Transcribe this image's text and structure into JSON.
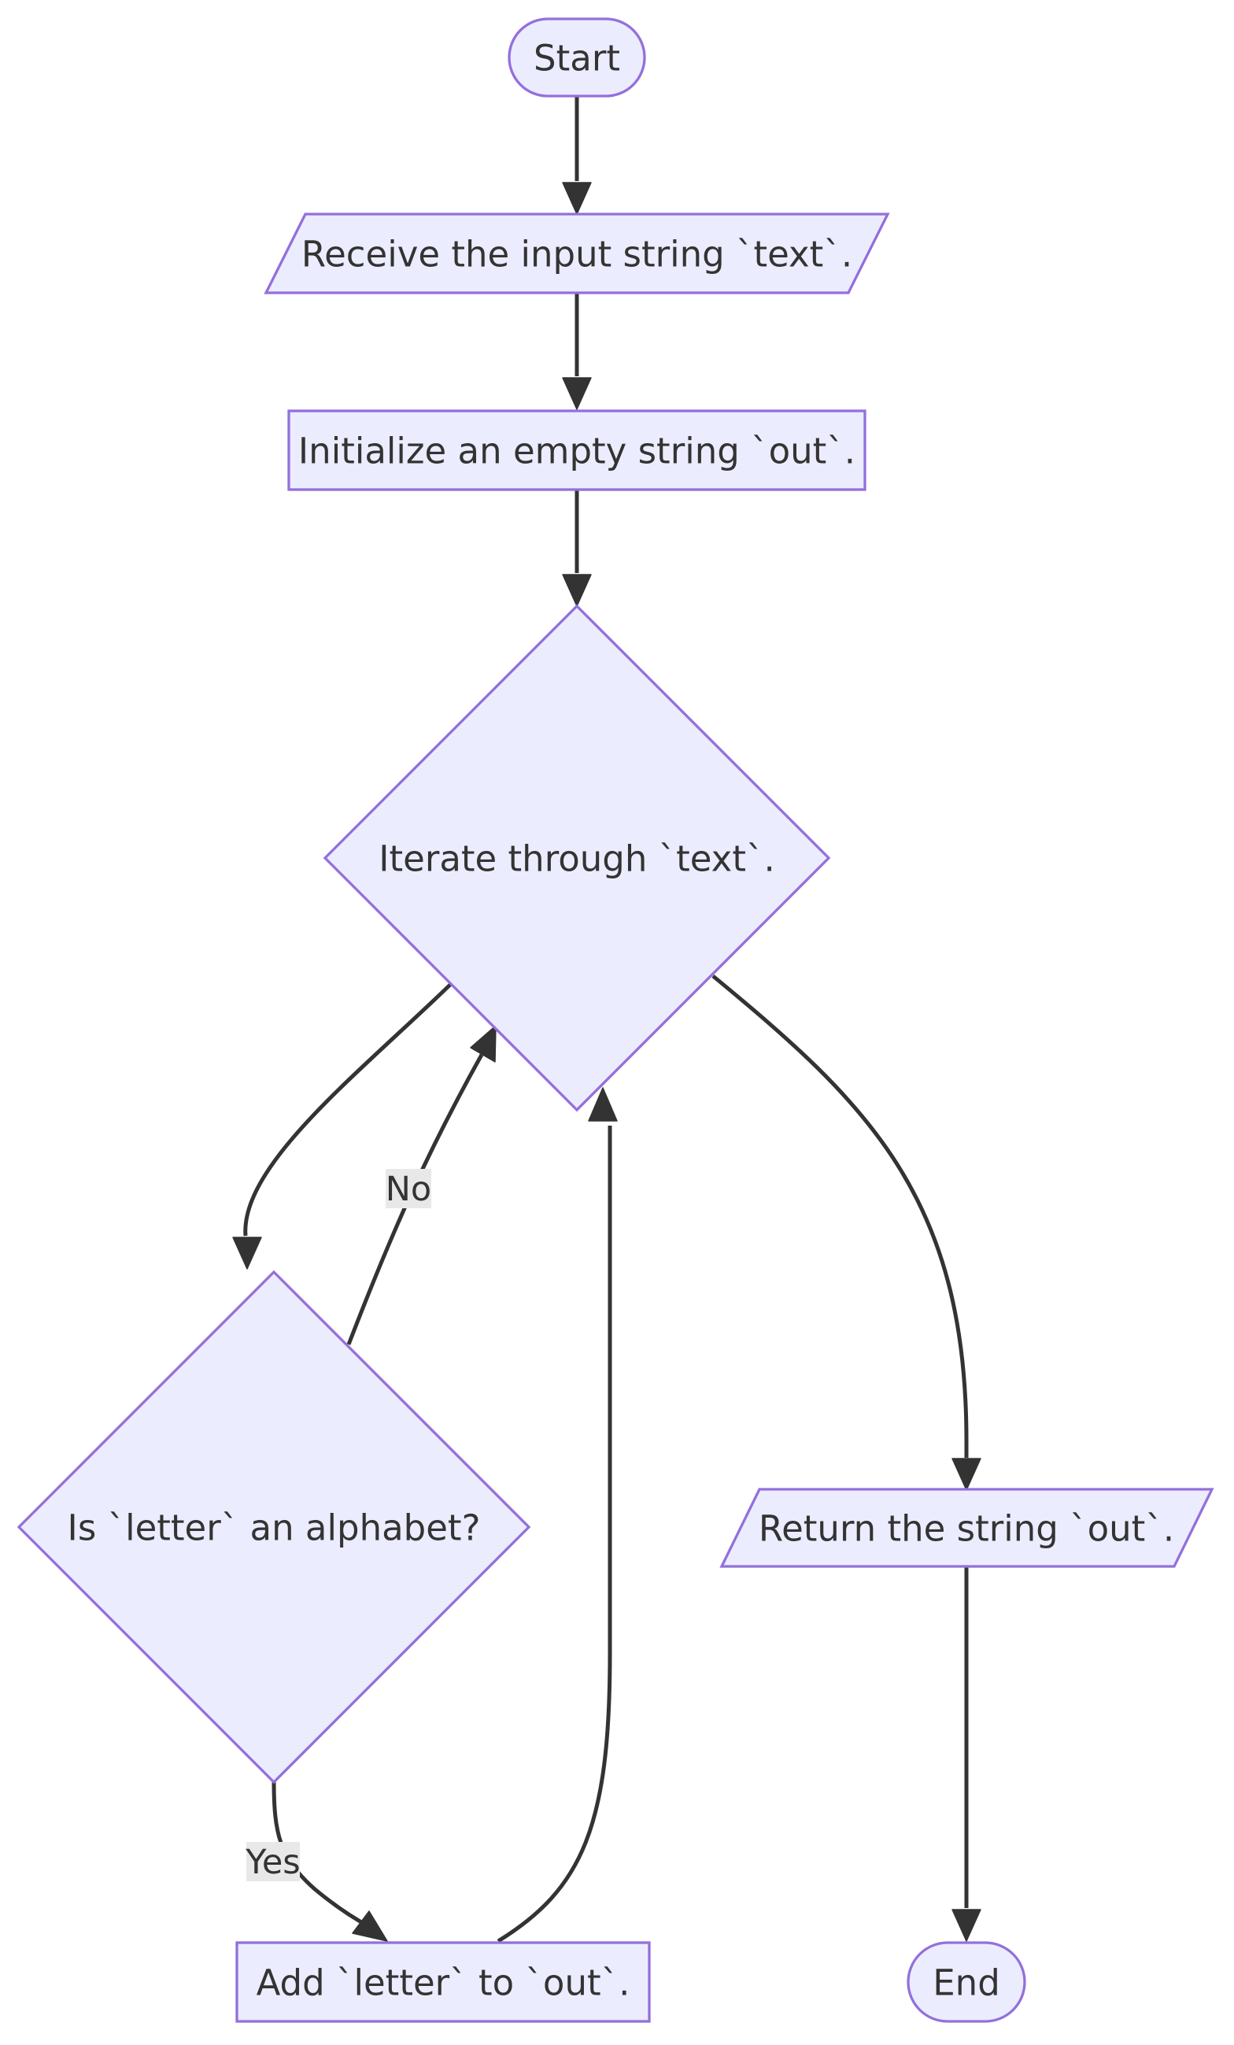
{
  "diagram": {
    "colors": {
      "node_fill": "#ECECFF",
      "node_stroke": "#9370DB",
      "edge": "#333333",
      "text": "#333333",
      "edge_label_bg": "#e8e8e8"
    },
    "nodes": {
      "start": "Start",
      "receive_input": "Receive the input string `text`.",
      "init_out": "Initialize an empty string `out`.",
      "iterate": "Iterate through `text`.",
      "is_alpha": "Is `letter` an alphabet?",
      "return_out": "Return the string `out`.",
      "add_letter": "Add `letter` to `out`.",
      "end": "End"
    },
    "edge_labels": {
      "no": "No",
      "yes": "Yes"
    }
  }
}
